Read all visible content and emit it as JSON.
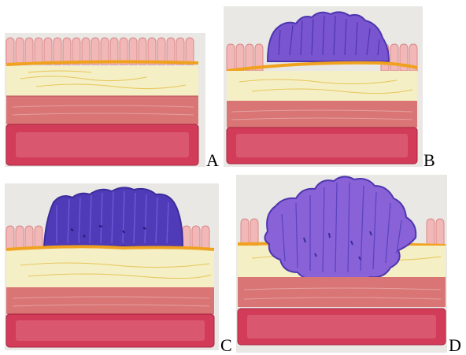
{
  "panels": [
    {
      "label": "A"
    },
    {
      "label": "B"
    },
    {
      "label": "C"
    },
    {
      "label": "D"
    }
  ],
  "colors": {
    "paper": "#e9e8e5",
    "villi": "#f2b7b7",
    "villi_stroke": "#d98a8a",
    "membrane": "#f0a21e",
    "submucosa": "#f4efc4",
    "submucosa_lines": "#e7c55a",
    "muscle_inner": "#d97575",
    "muscle_outer": "#d23c58",
    "lesion": "#7a55d0",
    "lesion_dark": "#3a2c9c",
    "lesion_outline": "#4d36b0"
  }
}
